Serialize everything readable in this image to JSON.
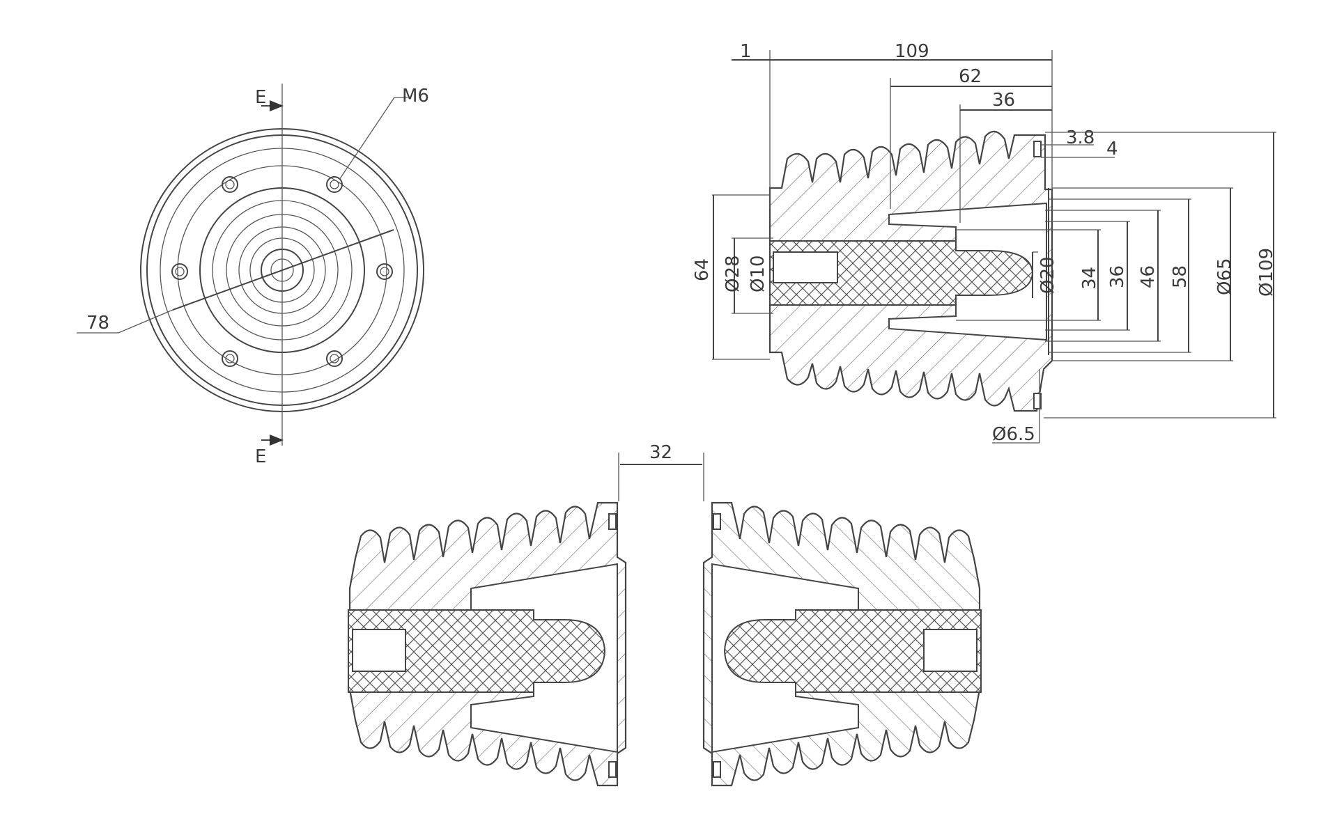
{
  "colors": {
    "line": "#444444",
    "text": "#3a3a3a",
    "background": "#ffffff"
  },
  "front_view": {
    "section_mark_top": "E",
    "section_mark_bottom": "E",
    "thread_label": "M6",
    "diameter_label": "78"
  },
  "section_view": {
    "dims": {
      "d1": "1",
      "d109": "109",
      "d62": "62",
      "d36_top": "36",
      "d3_8": "3.8",
      "d4": "4",
      "d64": "64",
      "d28": "Ø28",
      "d10": "Ø10",
      "d20": "Ø20",
      "d34": "34",
      "d36": "36",
      "d46": "46",
      "d58": "58",
      "d65": "Ø65",
      "d109_dia": "Ø109",
      "d6_5": "Ø6.5"
    }
  },
  "assembly_view": {
    "gap_label": "32"
  }
}
